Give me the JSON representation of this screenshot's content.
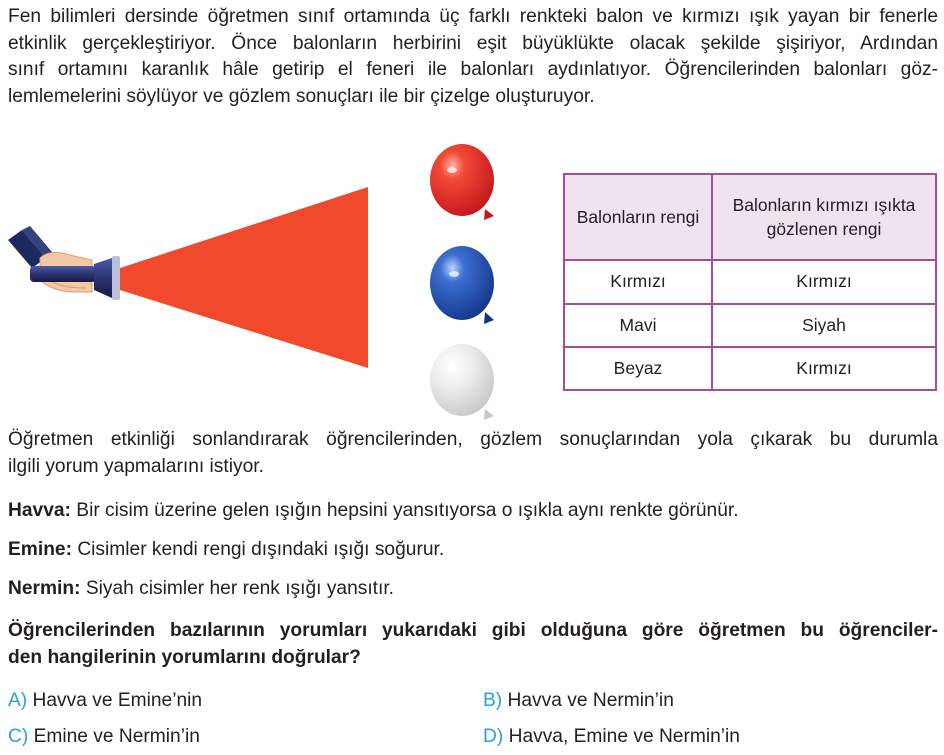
{
  "intro_lines": [
    "Fen bilimleri dersinde öğretmen sınıf ortamında üç farklı renkteki balon ve kırmızı ışık yayan bir fenerle",
    "etkinlik gerçekleştiriyor. Önce balonların herbirini eşit büyüklükte olacak şekilde şişiriyor, Ardından",
    "sınıf ortamını karanlık hâle getirip el feneri ile balonları aydınlatıyor. Öğrencilerinden balonları göz-",
    "lemlemelerini söylüyor ve gözlem sonuçları ile bir çizelge oluşturuyor."
  ],
  "table": {
    "header_1": "Balonların rengi",
    "header_2": "Balonların kırmızı ışıkta gözlenen rengi",
    "rows": [
      {
        "balloon": "Kırmızı",
        "observed": "Kırmızı"
      },
      {
        "balloon": "Mavi",
        "observed": "Siyah"
      },
      {
        "balloon": "Beyaz",
        "observed": "Kırmızı"
      }
    ]
  },
  "task_lines": [
    "Öğretmen etkinliği sonlandırarak öğrencilerinden, gözlem sonuçlarından yola çıkarak bu durumla",
    "ilgili yorum yapmalarını istiyor."
  ],
  "comments": [
    {
      "name": "Havva:",
      "text": " Bir cisim üzerine gelen ışığın hepsini yansıtıyorsa o ışıkla aynı renkte görünür."
    },
    {
      "name": "Emine:",
      "text": " Cisimler kendi rengi dışındaki ışığı soğurur."
    },
    {
      "name": "Nermin:",
      "text": " Siyah cisimler her renk ışığı yansıtır."
    }
  ],
  "question_lines": [
    "Öğrencilerinden bazılarının yorumları yukarıdaki gibi olduğuna göre öğretmen bu öğrenciler-",
    "den hangilerinin yorumlarını doğrular?"
  ],
  "options": [
    {
      "letter": "A)",
      "text": " Havva ve Emine’nin"
    },
    {
      "letter": "B)",
      "text": " Havva ve Nermin’in"
    },
    {
      "letter": "C)",
      "text": " Emine ve Nermin’in"
    },
    {
      "letter": "D)",
      "text": " Havva, Emine ve Nermin’in"
    }
  ],
  "colors": {
    "light_beam": "#f0492b",
    "balloon_red": "#e8312a",
    "balloon_blue": "#2456b5",
    "balloon_white": "#e6e6e6",
    "table_border": "#a84d95",
    "table_header_bg": "#efe3ef",
    "option_letter": "#2a9fd6"
  }
}
